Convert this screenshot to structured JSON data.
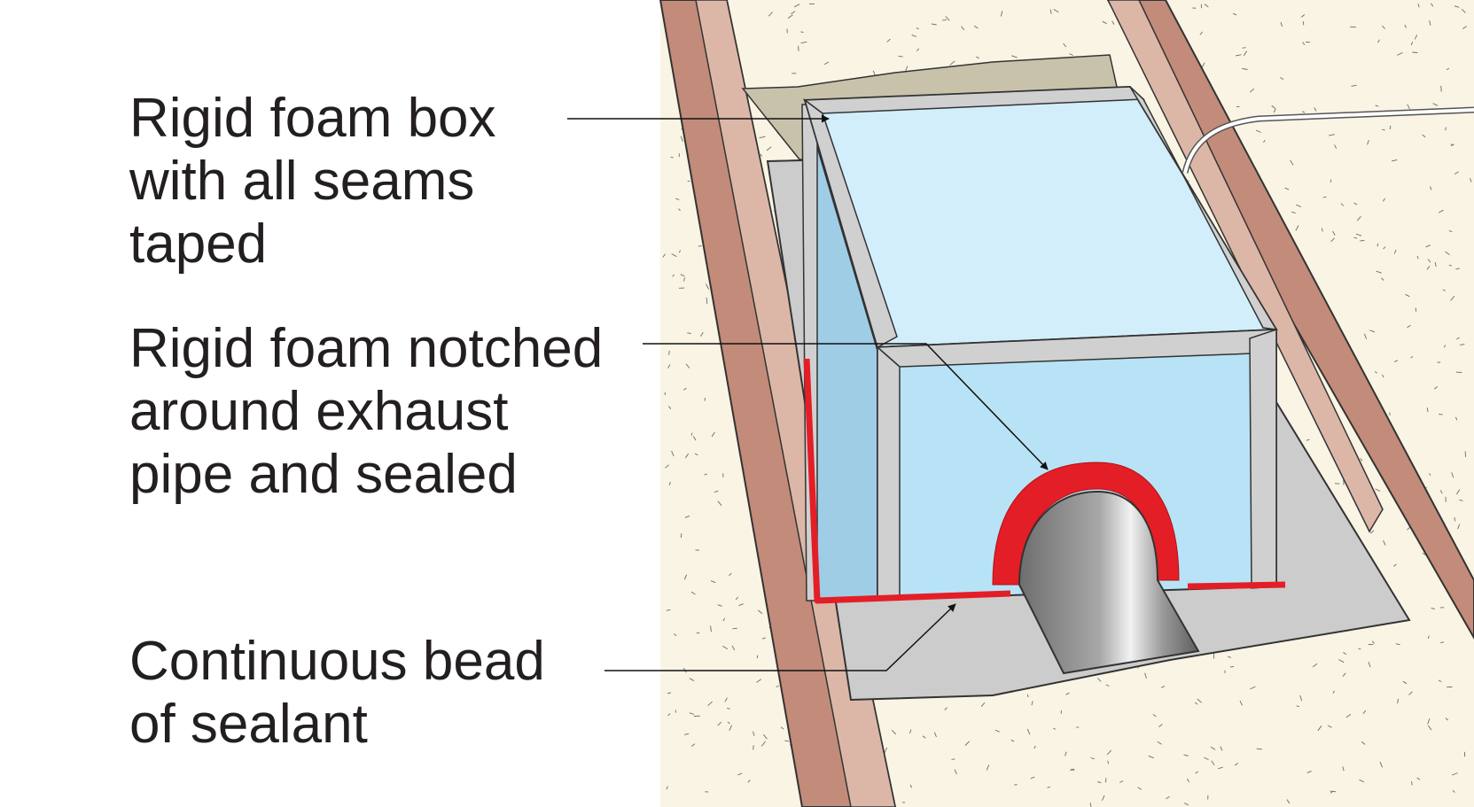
{
  "labels": {
    "foam_box": [
      "Rigid foam box",
      "with all seams",
      "taped"
    ],
    "foam_notch": [
      "Rigid foam notched",
      "around exhaust",
      "pipe and sealed"
    ],
    "sealant": [
      "Continuous bead",
      "of sealant"
    ]
  },
  "colors": {
    "soil": "#f9f4e4",
    "soil_speckle": "#6b6b6b",
    "foundation_wall": "#c28b7a",
    "foundation_wall_light": "#dcb7a8",
    "slab": "#cccccc",
    "foam_top": "#d2eefb",
    "foam_front": "#b8e3f6",
    "foam_side": "#9fcde6",
    "foam_edge": "#d0d0d0",
    "sealant": "#e41e26",
    "pipe_dark": "#6e6e6e",
    "pipe_light": "#ededed",
    "text": "#231f20"
  }
}
